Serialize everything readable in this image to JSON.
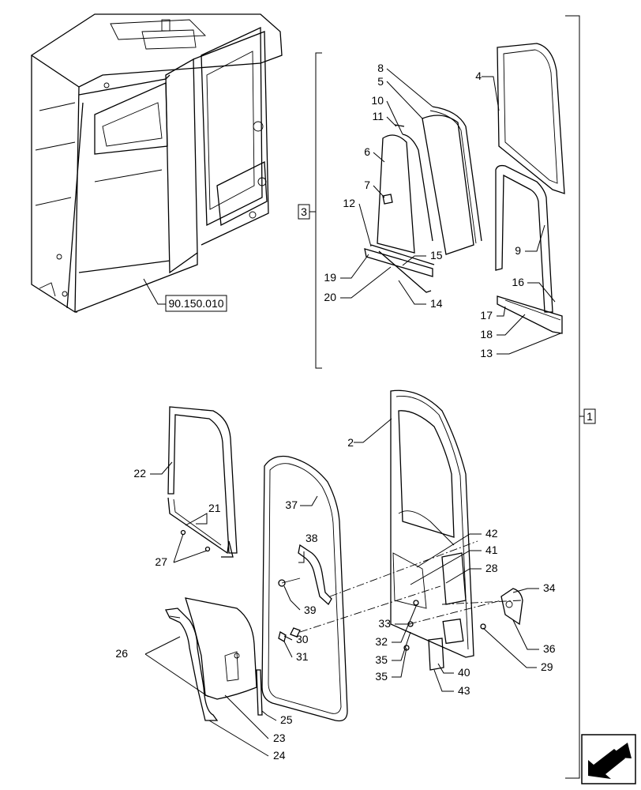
{
  "diagram": {
    "ref_box_main": "90.150.010",
    "group_box_1": "1",
    "group_box_3": "3",
    "callouts": [
      "1",
      "2",
      "3",
      "4",
      "5",
      "6",
      "7",
      "8",
      "9",
      "10",
      "11",
      "12",
      "13",
      "14",
      "15",
      "16",
      "17",
      "18",
      "19",
      "20",
      "21",
      "22",
      "23",
      "24",
      "25",
      "26",
      "27",
      "28",
      "29",
      "30",
      "31",
      "32",
      "33",
      "34",
      "35",
      "36",
      "37",
      "38",
      "39",
      "40",
      "41",
      "42",
      "43"
    ],
    "nav_icon": "arrow-icon"
  }
}
